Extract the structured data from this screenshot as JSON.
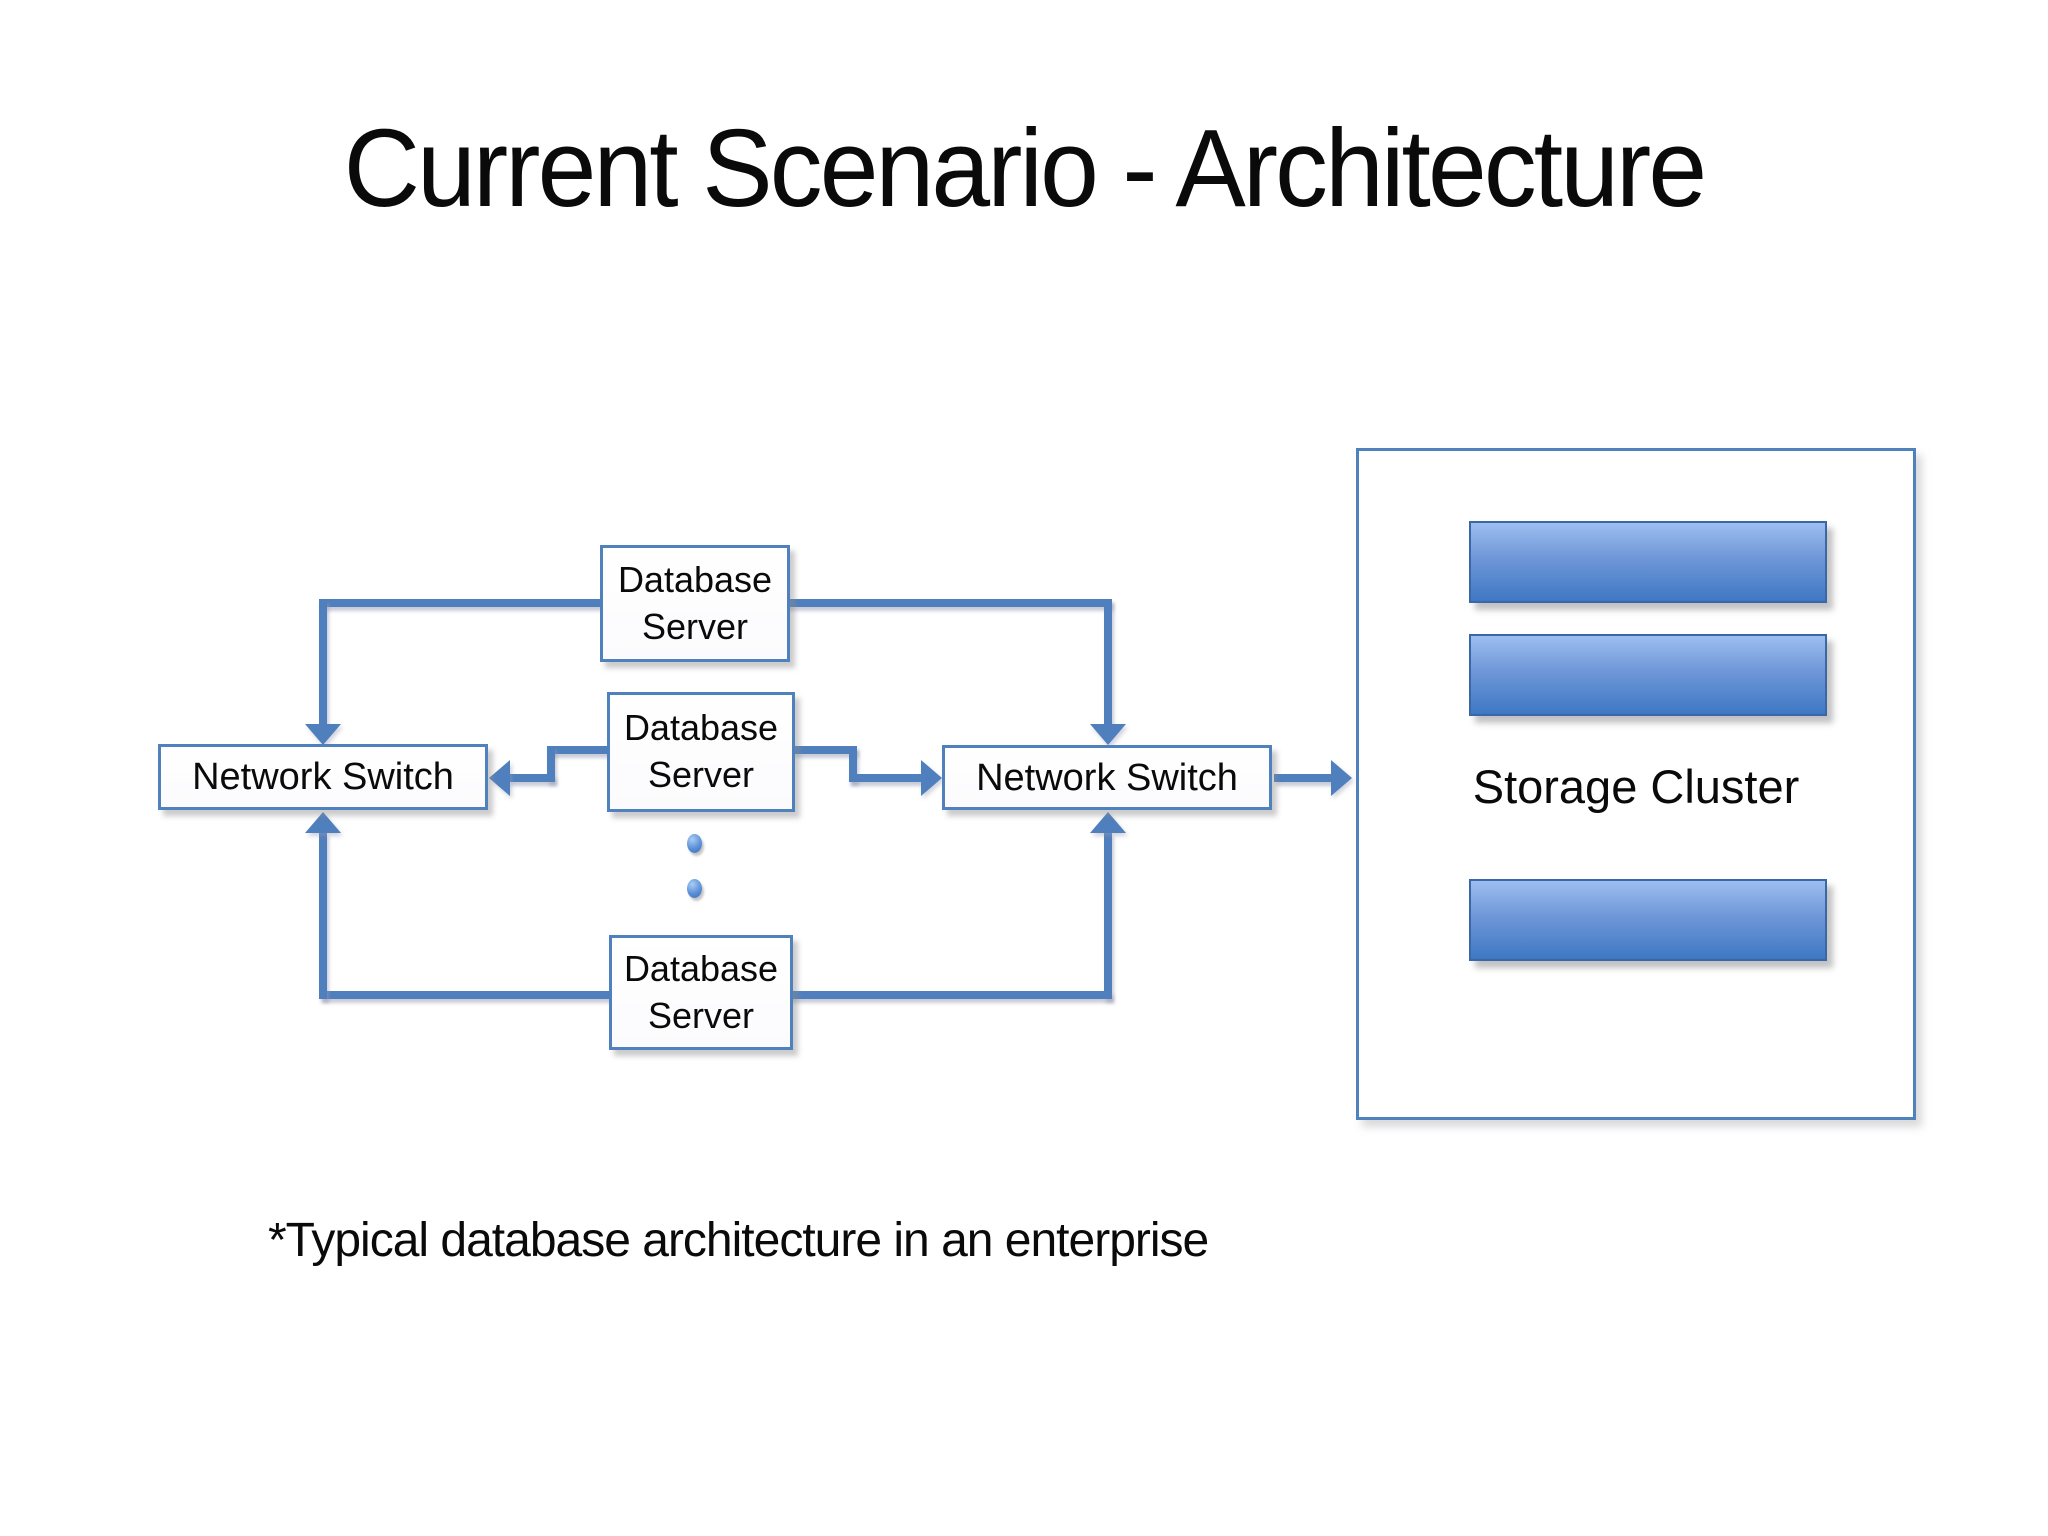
{
  "slide": {
    "title": "Current Scenario - Architecture",
    "caption": "*Typical database architecture in an enterprise"
  },
  "nodes": {
    "db_server_top": "Database\nServer",
    "db_server_middle": "Database\nServer",
    "db_server_bottom": "Database\nServer",
    "network_switch_left": "Network Switch",
    "network_switch_right": "Network Switch",
    "storage_cluster": "Storage Cluster"
  },
  "colors": {
    "connector_blue": "#4f7fbd",
    "box_border_blue": "#4f81bd",
    "bar_gradient_top": "#9dbef0",
    "bar_gradient_bottom": "#3e78c4",
    "text": "#0a0a0a",
    "background": "#ffffff"
  }
}
